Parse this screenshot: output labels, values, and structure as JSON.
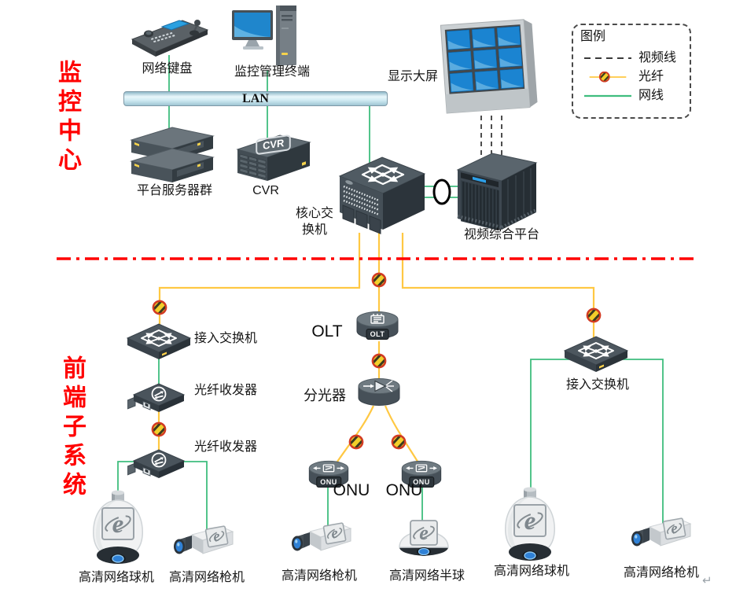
{
  "sections": {
    "top_title": "监控中心",
    "bottom_title": "前端子系统"
  },
  "legend": {
    "title": "图例",
    "items": [
      {
        "id": "video-line",
        "label": "视频线"
      },
      {
        "id": "fiber-line",
        "label": "光纤"
      },
      {
        "id": "network-line",
        "label": "网线"
      }
    ]
  },
  "labels": {
    "network_keyboard": "网络键盘",
    "mgmt_terminal": "监控管理终端",
    "display_wall": "显示大屏",
    "server_cluster": "平台服务器群",
    "cvr": "CVR",
    "core_switch": "核心交\n换机",
    "video_platform": "视频综合平台",
    "access_switch_left": "接入交换机",
    "fiber_transceiver_1": "光纤收发器",
    "fiber_transceiver_2": "光纤收发器",
    "olt": "OLT",
    "splitter": "分光器",
    "onu_left": "ONU",
    "onu_right": "ONU",
    "access_switch_right": "接入交换机",
    "cam_dome_left": "高清网络球机",
    "cam_bullet_left": "高清网络枪机",
    "cam_bullet_mid": "高清网络枪机",
    "cam_minidome_mid": "高清网络半球",
    "cam_dome_right": "高清网络球机",
    "cam_bullet_right": "高清网络枪机"
  },
  "badges": {
    "lan": "LAN",
    "cvr": "CVR",
    "olt": "OLT",
    "onu_left": "ONU",
    "onu_right": "ONU",
    "camera_logo": "e",
    "return_mark": "↵"
  },
  "colors": {
    "fiber_line": "#ffc843",
    "network_line": "#3fbd7e",
    "video_line": "#3a3a3a",
    "divider": "#ff0000",
    "section_title": "#ff0000",
    "lan_bar": "#cfeaf3",
    "screen_blue": "#1b84d1"
  }
}
